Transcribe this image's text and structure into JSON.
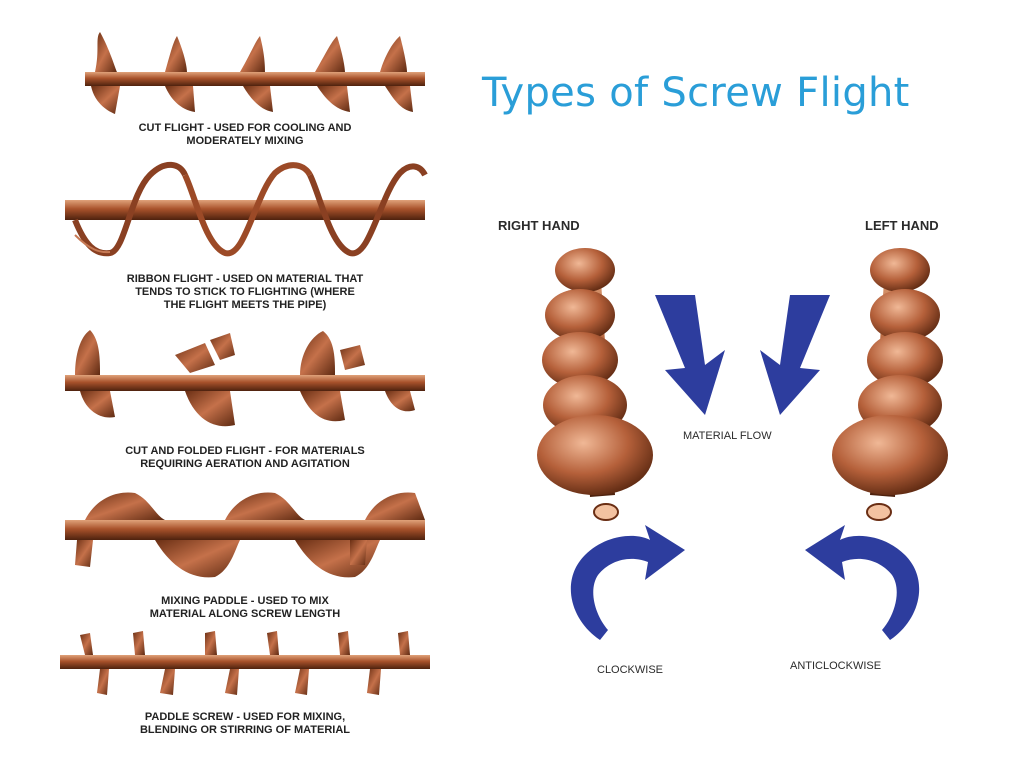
{
  "title": "Types of Screw Flight",
  "colors": {
    "title": "#2a9ed8",
    "copper": "#a8522b",
    "copper_dark": "#5e2a12",
    "arrow_blue": "#2d3d9e"
  },
  "flights": [
    {
      "icon": "cut-flight-icon",
      "lines": [
        "CUT FLIGHT - USED FOR COOLING AND",
        "MODERATELY MIXING"
      ]
    },
    {
      "icon": "ribbon-flight-icon",
      "lines": [
        "RIBBON FLIGHT - USED ON MATERIAL THAT",
        "TENDS TO STICK TO FLIGHTING (WHERE",
        "THE FLIGHT MEETS THE PIPE)"
      ]
    },
    {
      "icon": "cut-and-folded-flight-icon",
      "lines": [
        "CUT AND FOLDED FLIGHT - FOR MATERIALS",
        "REQUIRING AERATION AND AGITATION"
      ]
    },
    {
      "icon": "mixing-paddle-icon",
      "lines": [
        "MIXING PADDLE - USED TO MIX",
        "MATERIAL ALONG SCREW LENGTH"
      ]
    },
    {
      "icon": "paddle-screw-icon",
      "lines": [
        "PADDLE SCREW - USED FOR MIXING,",
        "BLENDING OR STIRRING OF MATERIAL"
      ]
    }
  ],
  "diagram": {
    "right_hand": "RIGHT HAND",
    "left_hand": "LEFT HAND",
    "material_flow": "MATERIAL FLOW",
    "clockwise": "CLOCKWISE",
    "anticlockwise": "ANTICLOCKWISE"
  }
}
